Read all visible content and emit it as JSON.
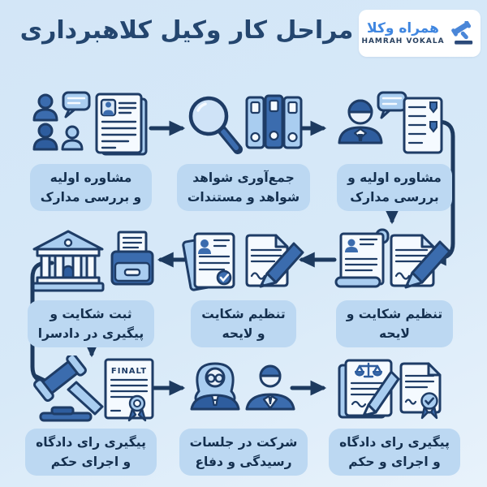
{
  "title": "مراحل کار وکیل کلاهبرداری",
  "logo": {
    "brand_fa": "همراه وکلا",
    "brand_en": "HAMRAH VOKALA",
    "icon": "gavel-icon"
  },
  "colors": {
    "background": "#d6e8f8",
    "background_light": "#e9f3fc",
    "pill": "#bcd8f2",
    "title_text": "#24466f",
    "label_text": "#142f4e",
    "arrow": "#1d3a5f",
    "icon_outline": "#1e3c66",
    "icon_medium_blue": "#3b6cae",
    "icon_dark_blue": "#2e5d9e",
    "icon_light_blue": "#a9cdf0",
    "logo_blue": "#3f86e0",
    "logo_dark": "#28405f",
    "logo_card": "#ffffff"
  },
  "steps": [
    {
      "order": 1,
      "icon": "clients-consultation-documents",
      "label": "مشاوره اولیه\nو بررسی مدارک"
    },
    {
      "order": 2,
      "icon": "magnifier-evidence-binders",
      "label": "جمع‌آوری شواهد\nشواهد و مستندات"
    },
    {
      "order": 3,
      "icon": "lawyer-consult-checklist",
      "label": "مشاوره اولیه و\nبررسی مدارک"
    },
    {
      "order": 4,
      "icon": "petition-writing-pen",
      "label": "تنظیم شکایت و\nلایحه"
    },
    {
      "order": 5,
      "icon": "complaint-documents-pen",
      "label": "تنظیم شکایت\nو لایحه"
    },
    {
      "order": 6,
      "icon": "courthouse-case-file",
      "label": "ثبت شکایت و\nپیگیری در دادسرا"
    },
    {
      "order": 7,
      "icon": "gavel-final-certificate",
      "label": "پیگیری رای دادگاه\nو اجرای حکم",
      "certificate_text": "FINALT"
    },
    {
      "order": 8,
      "icon": "lawyers-hearing",
      "label": "شرکت در جلسات\nرسیدگی و دفاع"
    },
    {
      "order": 9,
      "icon": "verdict-scales-certificate",
      "label": "پیگیری رای دادگاه\nو اجرای و حکم"
    }
  ]
}
